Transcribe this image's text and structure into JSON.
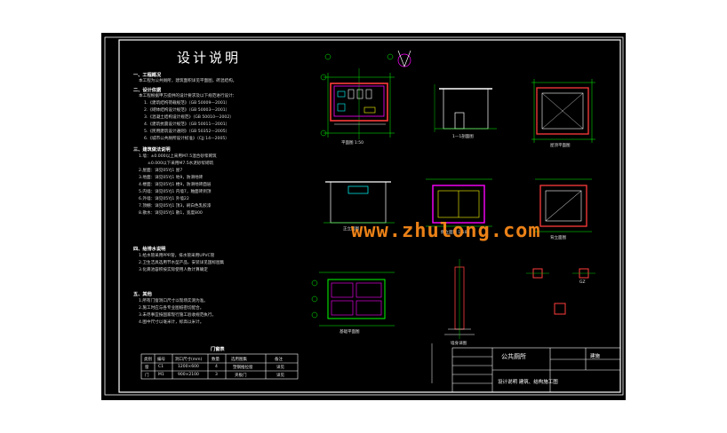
{
  "title": "设计说明",
  "watermark": "www.zhulong.com",
  "sections": [
    {
      "heading": "一、工程概况",
      "lines": [
        "本工程为公共厕所，建筑面积详见平面图，砖混结构。"
      ]
    },
    {
      "heading": "二、设计依据",
      "lines": [
        "本工程根据甲方提供的设计要求及以下规范进行设计：",
        "1.《建筑结构荷载规范》（GB 50009—2001）",
        "2.《砌体结构设计规范》（GB 50003—2001）",
        "3.《混凝土结构设计规范》（GB 50010—2002）",
        "4.《建筑抗震设计规范》（GB 50011—2001）",
        "5.《民用建筑设计通则》（GB 50352—2005）",
        "6.《城市公共厕所设计标准》（CJJ 14—2005）"
      ]
    },
    {
      "heading": "三、建筑做法说明",
      "lines": [
        "1.墙：±0.000以上采用M7.5混合砂浆砌筑",
        "±0.000以下采用M7.5水泥砂浆砌筑",
        "2.屋面：详见05YJ1 屋7",
        "3.地面：详见05YJ1 地9，防滑地砖",
        "4.楼面：详见05YJ1 楼9，防滑地砖面层",
        "5.内墙：详见05YJ1 内墙7，釉面砖到顶",
        "6.外墙：详见05YJ1 外墙22",
        "7.顶棚：详见05YJ1 顶3，刷白色乳胶漆",
        "8.散水：详见05YJ1 散1，宽度800"
      ]
    },
    {
      "heading": "四、给排水说明",
      "lines": [
        "1.给水管采用PPR管，排水管采用UPVC管",
        "2.卫生洁具选用节水型产品，安装详见国标图集",
        "3.化粪池容积按实际使用人数计算确定"
      ]
    },
    {
      "heading": "五、其他",
      "lines": [
        "1.所有门窗洞口尺寸以现场实测为准。",
        "2.施工时应与各专业图纸密切配合。",
        "3.未尽事宜按国家现行施工验收规范执行。",
        "4.图中尺寸以毫米计，标高以米计。"
      ]
    }
  ],
  "door_table": {
    "title": "门窗表",
    "headers": [
      "类别",
      "编号",
      "洞口尺寸(mm)",
      "数量",
      "选用图集",
      "备注"
    ],
    "rows": [
      [
        "窗",
        "C1",
        "1200×600",
        "4",
        "塑钢推拉窗",
        "详见"
      ],
      [
        "门",
        "M1",
        "900×2100",
        "3",
        "夹板门",
        "详见"
      ]
    ]
  },
  "drawings": {
    "plan": "平面图 1:50",
    "elev_front": "正立面图",
    "section_11": "1—1剖面图",
    "roof_plan": "屋顶平面图",
    "elev_side": "侧立面图 1:100",
    "back_elev": "背立面图",
    "found_plan": "基础平面图",
    "wall_detail": "墙身详图",
    "gz": "GZ"
  },
  "title_block": {
    "project": "公共厕所",
    "drawing": "设计说明 建筑、结构施工图",
    "sheet": "建施"
  }
}
